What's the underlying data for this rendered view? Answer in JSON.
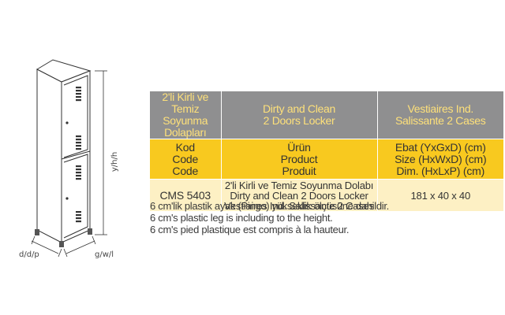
{
  "drawing": {
    "labels": {
      "height": "y/h/h",
      "depth": "d/d/p",
      "width": "g/w/l"
    }
  },
  "table": {
    "header": {
      "tr": [
        "2'li Kirli ve Temiz",
        "Soyunma Dolapları"
      ],
      "en": [
        "Dirty and Clean",
        "2 Doors Locker"
      ],
      "fr": [
        "Vestiaires Ind.",
        "Salissante 2 Cases"
      ]
    },
    "subheader": {
      "code": [
        "Kod",
        "Code",
        "Code"
      ],
      "product": [
        "Ürün",
        "Product",
        "Produit"
      ],
      "size": [
        "Ebat (YxGxD) (cm)",
        "Size (HxWxD) (cm)",
        "Dim. (HxLxP) (cm)"
      ]
    },
    "row": {
      "code": "CMS 5403",
      "product": [
        "2'li Kirli ve Temiz Soyunma Dolabı",
        "Dirty and Clean 2 Doors Locker",
        "Vestiaires Ind. Salissante 2 Cases"
      ],
      "size": "181 x 40 x 40"
    }
  },
  "notes": [
    "6 cm'lik plastik ayak (Pingo) yükseklik ölçüsüne dahildir.",
    "6 cm's plastic leg is including to the height.",
    "6 cm's pied plastique est compris à la hauteur."
  ],
  "colors": {
    "header_bg": "#8f8f90",
    "header_text": "#fde07a",
    "subheader_bg": "#f8c91f",
    "row_bg": "#fdf0c4"
  }
}
